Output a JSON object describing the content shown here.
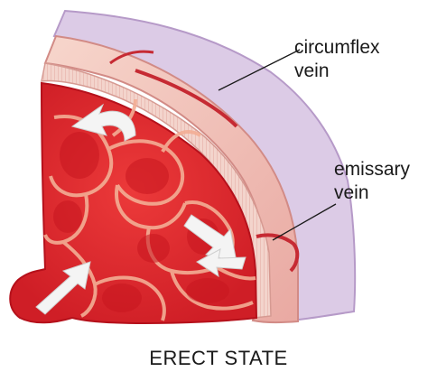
{
  "labels": {
    "circumflex_line1": "circumflex",
    "circumflex_line2": "vein",
    "emissary_line1": "emissary",
    "emissary_line2": "vein"
  },
  "caption": "ERECT STATE",
  "colors": {
    "tissue_red": "#e2262c",
    "tissue_dark": "#b8121c",
    "septa": "#f6b9a0",
    "tunica_pink": "#f0c2b4",
    "outer_lavender": "#d8c4e4",
    "arrow_white": "#f4f4f4"
  }
}
